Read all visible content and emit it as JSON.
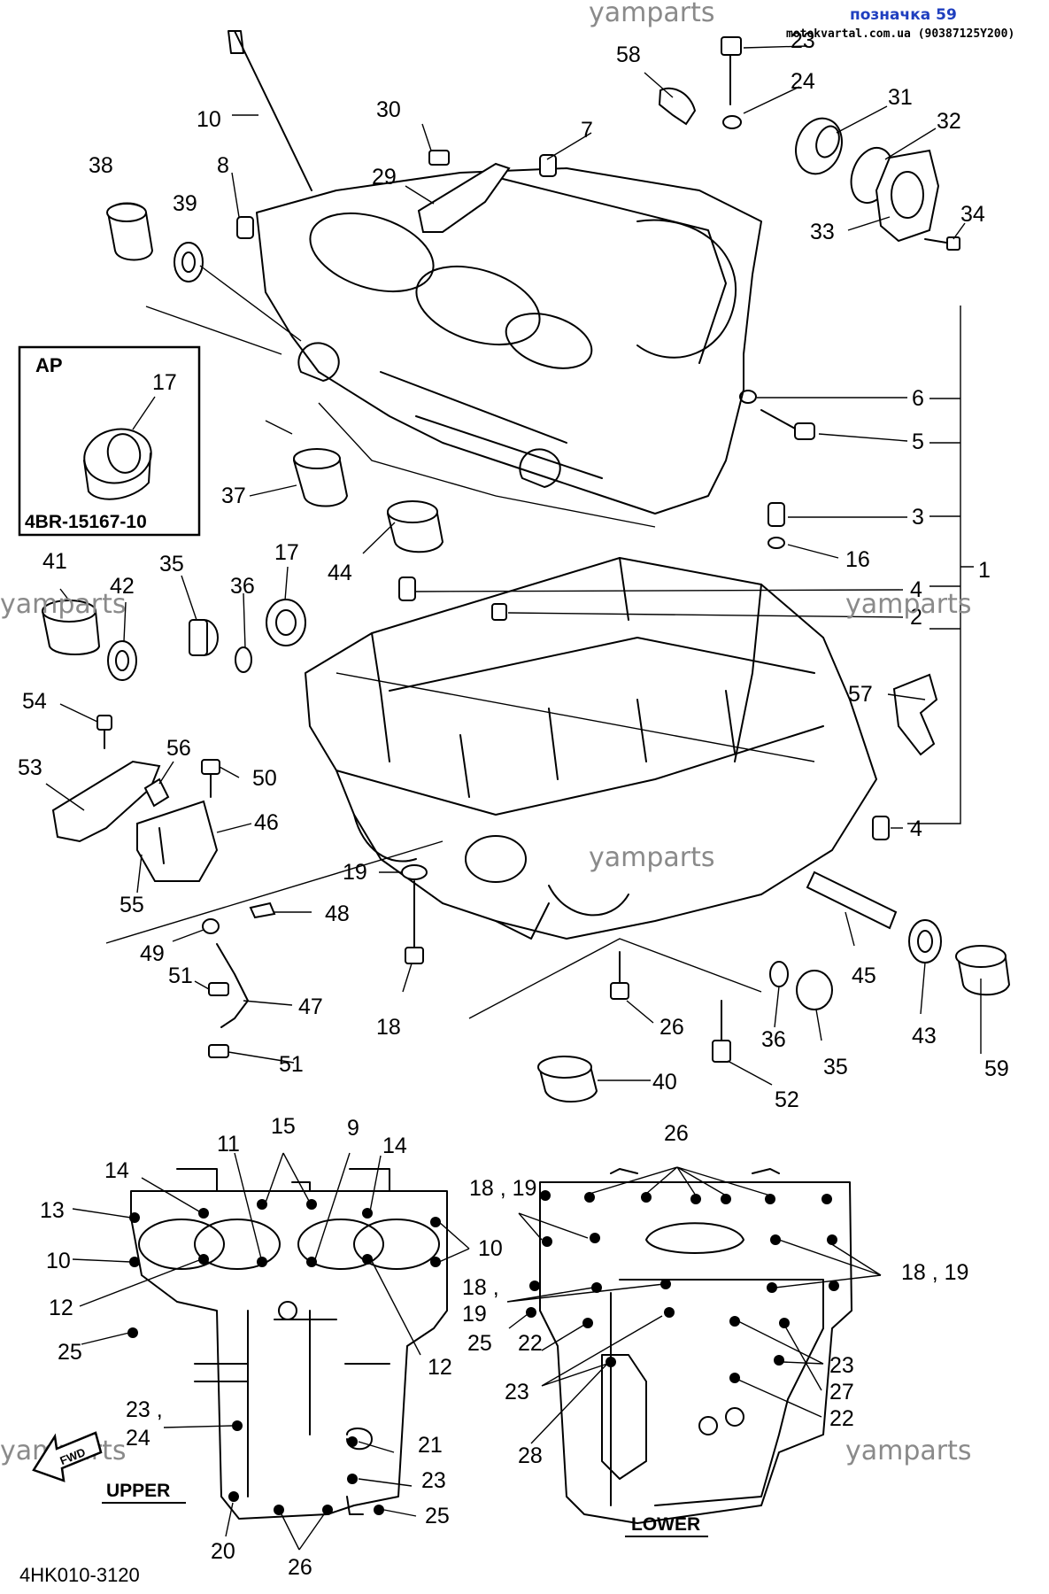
{
  "header": {
    "source_watermark": "yamparts",
    "title": "позначка 59",
    "subtitle": "motokvartal.com.ua (90387125Y200)"
  },
  "watermarks": [
    "yamparts",
    "yamparts",
    "yamparts",
    "yamparts",
    "yamparts",
    "yamparts"
  ],
  "ap_box": {
    "title": "AP",
    "part_number": "17",
    "code": "4BR-15167-10"
  },
  "callouts": {
    "c1": "1",
    "c2": "2",
    "c3": "3",
    "c4a": "4",
    "c4b": "4",
    "c5": "5",
    "c6": "6",
    "c7": "7",
    "c8": "8",
    "c10": "10",
    "c16": "16",
    "c17": "17",
    "c18": "18",
    "c19": "19",
    "c23": "23",
    "c24": "24",
    "c26": "26",
    "c29": "29",
    "c30": "30",
    "c31": "31",
    "c32": "32",
    "c33": "33",
    "c34": "34",
    "c35a": "35",
    "c35b": "35",
    "c36a": "36",
    "c36b": "36",
    "c37": "37",
    "c38": "38",
    "c39": "39",
    "c40": "40",
    "c41": "41",
    "c42": "42",
    "c43": "43",
    "c44": "44",
    "c45": "45",
    "c46": "46",
    "c47": "47",
    "c48": "48",
    "c49": "49",
    "c50": "50",
    "c51a": "51",
    "c51b": "51",
    "c52": "52",
    "c53": "53",
    "c54": "54",
    "c55": "55",
    "c56": "56",
    "c57": "57",
    "c58": "58",
    "c59": "59"
  },
  "upper_view": {
    "label": "UPPER",
    "fwd": "FWD",
    "labels": {
      "u9": "9",
      "u10a": "10",
      "u10b": "10",
      "u11": "11",
      "u12a": "12",
      "u12b": "12",
      "u13": "13",
      "u14a": "14",
      "u14b": "14",
      "u15": "15",
      "u20": "20",
      "u21": "21",
      "u23a": "23 ,",
      "u24": "24",
      "u23b": "23",
      "u25a": "25",
      "u25b": "25",
      "u26": "26"
    }
  },
  "lower_view": {
    "label": "LOWER",
    "labels": {
      "l26": "26",
      "l1819a": "18 , 19",
      "l1819b": "18 , 19",
      "l18": "18 ,",
      "l19": "19",
      "l25": "25",
      "l22a": "22",
      "l22b": "22",
      "l23a": "23",
      "l23b": "23",
      "l27": "27",
      "l28": "28"
    }
  },
  "diagram_code": "4HK010-3120"
}
